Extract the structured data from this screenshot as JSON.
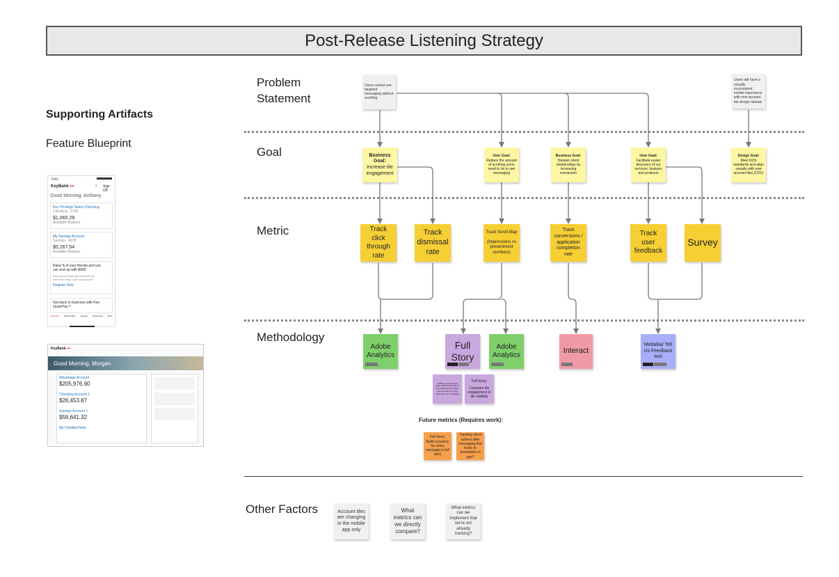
{
  "title": "Post-Release Listening Strategy",
  "sidebar": {
    "heading": "Supporting Artifacts",
    "subheading": "Feature Blueprint"
  },
  "mobile_mockup": {
    "time": "9:41",
    "brand": "KeyBank",
    "sign_off": "Sign Off",
    "greeting": "Good Morning, Anthony",
    "acct1_name": "Key Privilege Select Checking",
    "acct1_sub": "Checking - 1234",
    "acct1_amount": "$1,065.29",
    "acct1_label": "Available Balance",
    "acct2_name": "My Savings Account",
    "acct2_sub": "Savings - 4678",
    "acct2_amount": "$5,267.54",
    "acct2_label": "Available Balance",
    "promo1_title": "Raise $ of your friends and you can end up with $800",
    "promo1_body": "Give your friends get rewarded as well when they open an account.",
    "promo1_link": "Register Now",
    "promo2_title": "Get back to business with Key QuickPay™",
    "nav": [
      "Accounts",
      "Pay/Transfer",
      "Deposit",
      "Open/Lend",
      "More"
    ]
  },
  "web_mockup": {
    "brand": "KeyBank",
    "greeting": "Good Morning, Morgan",
    "acct1_name": "Advantage Account",
    "acct1_amount": "$205,976.90",
    "acct2_name": "Checking Account 1",
    "acct2_amount": "$26,453.87",
    "acct3_name": "Savings Account 1",
    "acct3_amount": "$56,641.32",
    "acct4_name": "My Certified Note"
  },
  "rows": {
    "problem": "Problem\nStatement",
    "goal": "Goal",
    "metric": "Metric",
    "methodology": "Methodology",
    "other": "Other Factors"
  },
  "problems": {
    "p1": "Users cannot see targeted messaging without scrolling",
    "p2": "Users will have a visually inconsistent mobile experience with new account tile design release"
  },
  "goals": {
    "g1_title": "Business Goal:",
    "g1_body": "Increase tile engagement",
    "g2_title": "User Goal:",
    "g2_body": "Reduce the amount of scrolling users need to do to see messaging",
    "g3_title": "Business Goal:",
    "g3_body": "Deepen client relationships by increasing conversion",
    "g4_title": "User Goal:",
    "g4_body": "Facilitate easier discovery of our services, features and products",
    "g5_title": "Design Goal:",
    "g5_body": "Meet KDS standards and align visually with new account tiles (CDX)"
  },
  "metrics": {
    "m1": "Track click through rate",
    "m2": "Track dismissal rate",
    "m3_a": "Track Scroll Map",
    "m3_b": "(Impressions vs presentment numbers)",
    "m4": "Track conversions / application completion rate",
    "m5": "Track user feedback",
    "m6": "Survey"
  },
  "methods": {
    "aa1": "Adobe Analytics",
    "fs": "Full Story",
    "aa2": "Adobe Analytics",
    "interact": "Interact",
    "medallia": "Medallia/ Tell Us Feedback tool"
  },
  "sub_notes": {
    "s1": "FullStory Confirm that users discover the tiles in both desktop and mobile. Also compare on how users see our messaging",
    "s2_title": "Full Story:",
    "s2_body": "Compare tile engagement to tile visibility"
  },
  "future": {
    "heading": "Future metrics (Requires work):",
    "f1": "Full Story: Build a journey for every message in full story",
    "f2": "Tracking client actions after messaging that leads to destination in app?"
  },
  "other_factors": {
    "o1": "Account tiles are changing in the mobile app only",
    "o2": "What metrics can we directly compare?",
    "o3": "What metrics can we implement that we're not already tracking?"
  },
  "colors": {
    "sticky_yellow_light": "#fdf6a3",
    "sticky_yellow": "#f6cf35",
    "sticky_green": "#7fcf6a",
    "sticky_purple": "#c9a7df",
    "sticky_pink": "#ef9aa6",
    "sticky_blue": "#a8aef8",
    "sticky_orange": "#f7a04c",
    "sticky_grey": "#f0f0f0"
  }
}
